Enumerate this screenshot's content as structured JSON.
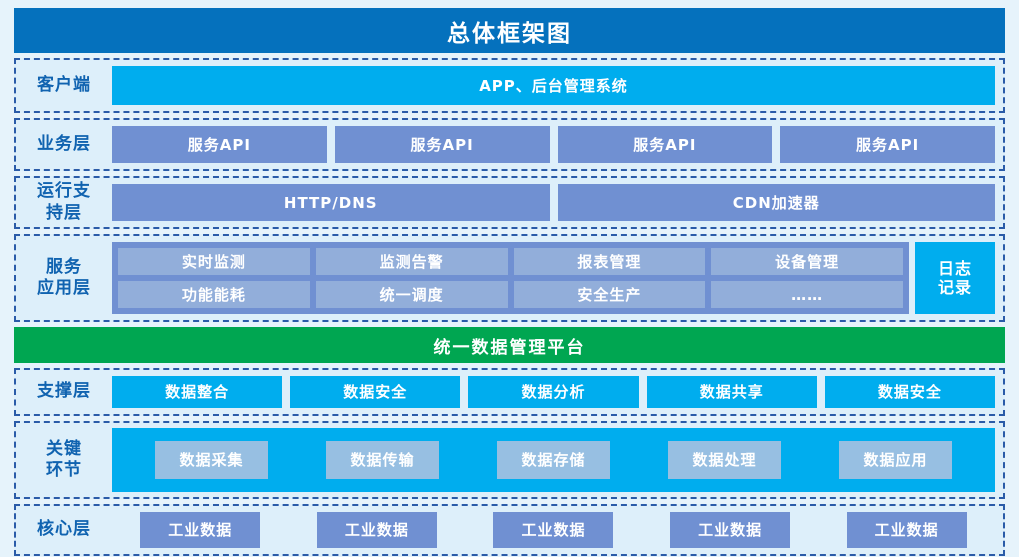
{
  "title": "总体框架图",
  "colors": {
    "page_background": "#e6f3fb",
    "title_bar": "#0571bd",
    "layer_fill": "#ddeffa",
    "layer_border": "#2a5ba8",
    "label_text": "#1063b0",
    "cyan": "#00adee",
    "periwinkle": "#7090d2",
    "periwinkle_light": "#92aeda",
    "soft_blue": "#97bfe2",
    "green": "#00a651"
  },
  "layers": [
    {
      "key": "client",
      "label": "客户端",
      "items": [
        {
          "text": "APP、后台管理系统"
        }
      ]
    },
    {
      "key": "business",
      "label": "业务层",
      "items": [
        {
          "text": "服务API"
        },
        {
          "text": "服务API"
        },
        {
          "text": "服务API"
        },
        {
          "text": "服务API"
        }
      ]
    },
    {
      "key": "runtime",
      "label": "运行支\n持层",
      "items": [
        {
          "text": "HTTP/DNS"
        },
        {
          "text": "CDN加速器"
        }
      ]
    },
    {
      "key": "service",
      "label": "服务\n应用层",
      "grid": [
        {
          "text": "实时监测"
        },
        {
          "text": "监测告警"
        },
        {
          "text": "报表管理"
        },
        {
          "text": "设备管理"
        },
        {
          "text": "功能能耗"
        },
        {
          "text": "统一调度"
        },
        {
          "text": "安全生产"
        },
        {
          "text": "……"
        }
      ],
      "log_box": {
        "text": "日志\n记录"
      }
    },
    {
      "key": "support",
      "label": "支撑层",
      "items": [
        {
          "text": "数据整合"
        },
        {
          "text": "数据安全"
        },
        {
          "text": "数据分析"
        },
        {
          "text": "数据共享"
        },
        {
          "text": "数据安全"
        }
      ]
    },
    {
      "key": "key_links",
      "label": "关键\n环节",
      "items": [
        {
          "text": "数据采集"
        },
        {
          "text": "数据传输"
        },
        {
          "text": "数据存储"
        },
        {
          "text": "数据处理"
        },
        {
          "text": "数据应用"
        }
      ]
    },
    {
      "key": "core",
      "label": "核心层",
      "items": [
        {
          "text": "工业数据"
        },
        {
          "text": "工业数据"
        },
        {
          "text": "工业数据"
        },
        {
          "text": "工业数据"
        },
        {
          "text": "工业数据"
        }
      ]
    }
  ],
  "platform_bar": {
    "label": "统一数据管理平台"
  }
}
